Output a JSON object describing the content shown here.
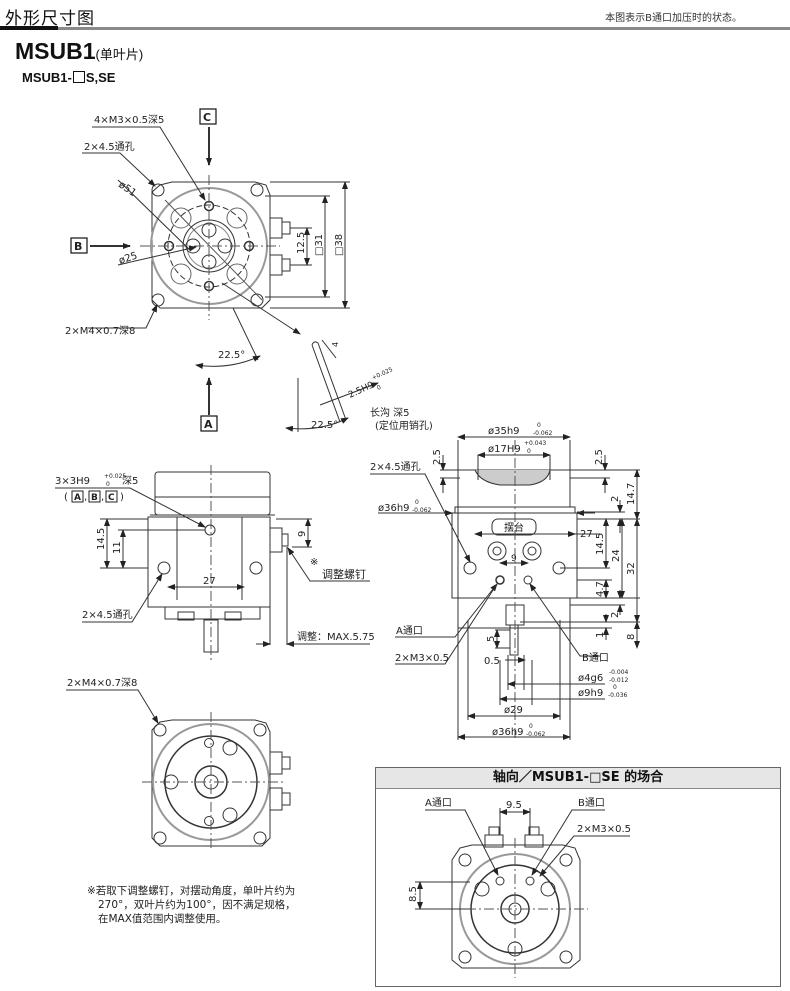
{
  "header": {
    "title": "外形尺寸图",
    "note": "本图表示B通口加压时的状态。"
  },
  "model": {
    "name": "MSUB1",
    "subtitle": "(单叶片)",
    "variant_prefix": "MSUB1-",
    "variant_suffix": "S,SE"
  },
  "top_view": {
    "tapped_holes": "4×M3×0.5深5",
    "through_holes": "2×4.5通孔",
    "dia_outer": "ø51",
    "dia_inner": "ø25",
    "mount_holes": "2×M4×0.7深8",
    "angle": "22.5°",
    "dim_12_5": "12.5",
    "dim_sq31": "□31",
    "dim_sq38": "□38",
    "view_a": "A",
    "view_b": "B",
    "view_c": "C"
  },
  "slot_detail": {
    "width_tol": "2.5H9",
    "tol_upper": "+0.025",
    "tol_lower": "0",
    "depth_dim": "4",
    "angle": "22.5°",
    "label_line1": "长沟  深5",
    "label_line2": "(定位用销孔)"
  },
  "side_view": {
    "pin_holes": "3×3H9",
    "pin_tol_upper": "+0.025",
    "pin_tol_lower": "0",
    "pin_depth": "深5",
    "pin_refs": "( A , B , C )",
    "ref_a": "A",
    "ref_b": "B",
    "ref_c": "C",
    "dim_14_5": "14.5",
    "dim_11": "11",
    "dim_27": "27",
    "dim_9": "9",
    "through_holes": "2×4.5通孔",
    "asterisk": "※",
    "adjust_screw": "调整螺钉",
    "adjust_max": "调整：MAX.5.75"
  },
  "front_view": {
    "dia_35": "ø35h9",
    "dia_35_tol_upper": "0",
    "dia_35_tol_lower": "-0.062",
    "dia_17": "ø17H9",
    "dia_17_tol_upper": "+0.043",
    "dia_17_tol_lower": "0",
    "through_holes": "2×4.5通孔",
    "dia_36": "ø36h9",
    "dia_36_tol_upper": "0",
    "dia_36_tol_lower": "-0.062",
    "table_label": "摆台",
    "dim_2_5_left": "2.5",
    "dim_2_5_right": "2.5",
    "dim_14_7": "14.7",
    "dim_2_top": "2",
    "dim_27": "27",
    "dim_14_5": "14.5",
    "dim_24": "24",
    "dim_32": "32",
    "dim_4_7": "4.7",
    "dim_2_bottom": "2",
    "dim_1": "1",
    "dim_8": "8",
    "dim_9": "9",
    "port_a": "A通口",
    "port_b": "B通口",
    "port_threads": "2×M3×0.5",
    "dim_5": "5",
    "dim_0_5": "0.5",
    "dia_4": "ø4g6",
    "dia_4_tol_upper": "-0.004",
    "dia_4_tol_lower": "-0.012",
    "dia_9": "ø9h9",
    "dia_9_tol_upper": "0",
    "dia_9_tol_lower": "-0.036",
    "dia_29": "ø29",
    "dia_36_bottom": "ø36h9",
    "dia_36_bottom_tol_upper": "0",
    "dia_36_bottom_tol_lower": "-0.062"
  },
  "bottom_view": {
    "mount_holes": "2×M4×0.7深8"
  },
  "note": "※若取下调整螺钉，对摆动角度，单叶片约为270°，双叶片约为100°，因不满足规格，在MAX值范围内调整使用。",
  "axial": {
    "title": "轴向／MSUB1-□SE 的场合",
    "port_a": "A通口",
    "port_b": "B通口",
    "dim_9_5": "9.5",
    "port_threads": "2×M3×0.5",
    "dim_8_5": "8.5"
  }
}
